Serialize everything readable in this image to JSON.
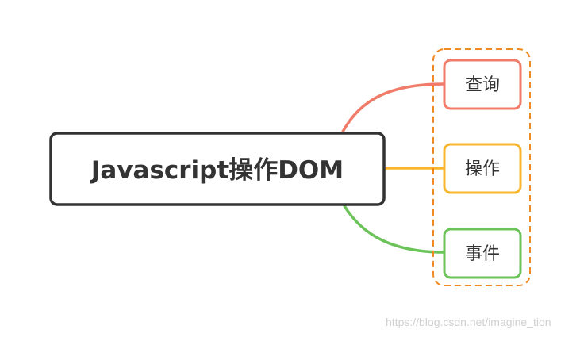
{
  "root": {
    "label": "Javascript操作DOM",
    "border_color": "#333333"
  },
  "branches": [
    {
      "label": "查询",
      "color": "#f07b69"
    },
    {
      "label": "操作",
      "color": "#f8b62d"
    },
    {
      "label": "事件",
      "color": "#6cc35a"
    }
  ],
  "group_border_color": "#f08a24",
  "watermark": "https://blog.csdn.net/imagine_tion"
}
